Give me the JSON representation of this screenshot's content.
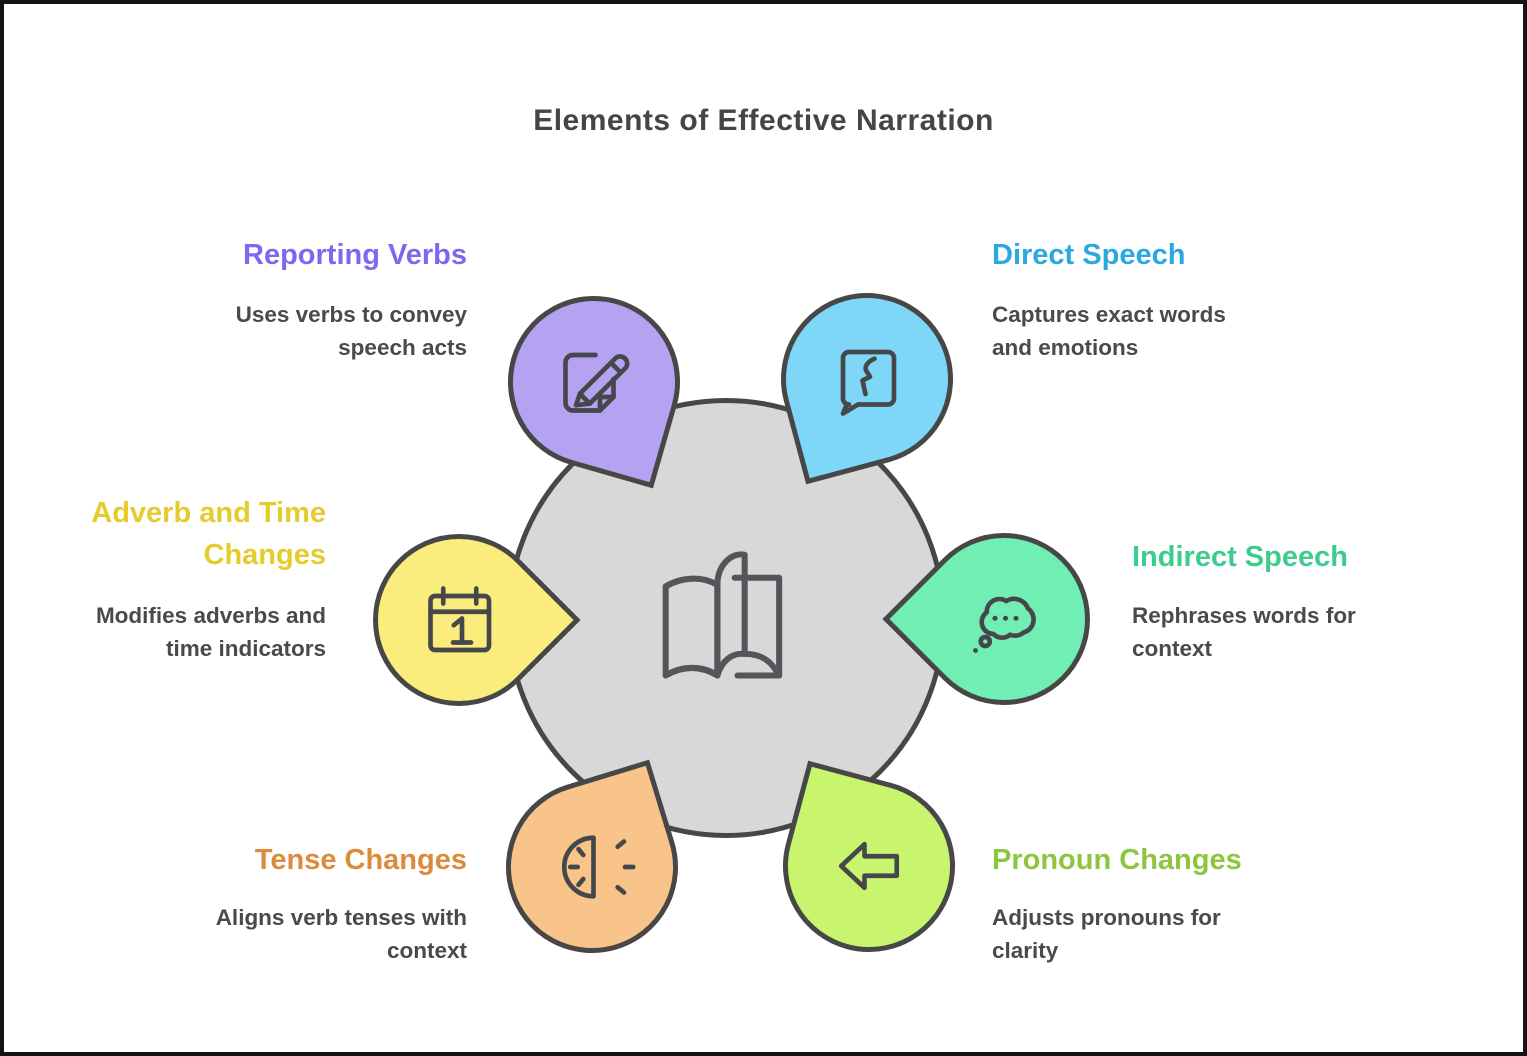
{
  "title": "Elements of Effective Narration",
  "colors": {
    "canvas_border": "#141414",
    "title_text": "#454545",
    "body_text": "#4A4A4A",
    "outline_stroke": "#474747",
    "hub_fill": "#D8D8D8",
    "hub_icon_stroke": "#54555A"
  },
  "hub": {
    "icon": "open-book-icon"
  },
  "items": [
    {
      "id": "reporting-verbs",
      "label": "Reporting Verbs",
      "description": "Uses verbs to convey\nspeech acts",
      "title_color": "#7B6AEF",
      "fill": "#B5A3F1",
      "icon": "edit-note-icon",
      "position": "top-left"
    },
    {
      "id": "direct-speech",
      "label": "Direct Speech",
      "description": "Captures exact words\nand emotions",
      "title_color": "#2AA8DF",
      "fill": "#7FD7F7",
      "icon": "speech-bubble-lightning-icon",
      "position": "top-right"
    },
    {
      "id": "adverb-time-changes",
      "label": "Adverb and Time\nChanges",
      "description": "Modifies adverbs and\ntime indicators",
      "title_color": "#E4CC2D",
      "fill": "#FAEC7D",
      "icon": "calendar-day1-icon",
      "position": "middle-left"
    },
    {
      "id": "indirect-speech",
      "label": "Indirect Speech",
      "description": "Rephrases words for\ncontext",
      "title_color": "#3DCC8F",
      "fill": "#71EEB4",
      "icon": "thought-bubble-icon",
      "position": "middle-right"
    },
    {
      "id": "tense-changes",
      "label": "Tense Changes",
      "description": "Aligns verb tenses with\ncontext",
      "title_color": "#DC8B3B",
      "fill": "#F9C48A",
      "icon": "half-clock-icon",
      "position": "bottom-left"
    },
    {
      "id": "pronoun-changes",
      "label": "Pronoun Changes",
      "description": "Adjusts pronouns for\nclarity",
      "title_color": "#8CC63F",
      "fill": "#C9F56E",
      "icon": "arrow-left-icon",
      "position": "bottom-right"
    }
  ]
}
